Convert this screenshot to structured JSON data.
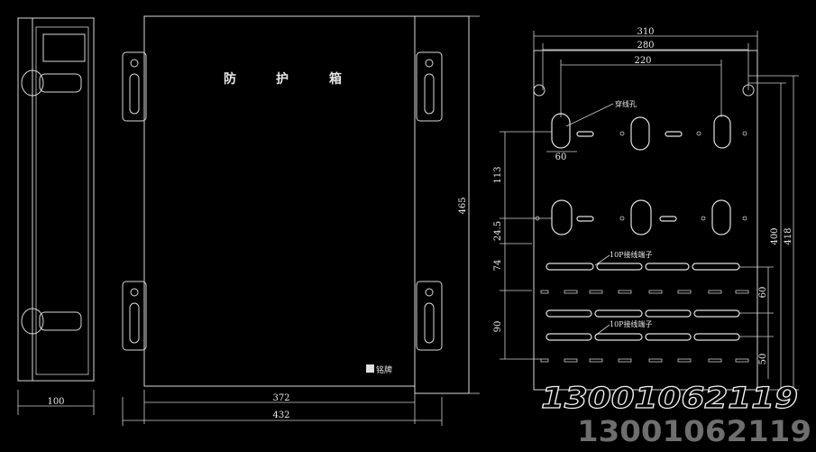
{
  "front_view": {
    "title_chars": [
      "防",
      "护",
      "箱"
    ],
    "name_label": "铭牌",
    "dims": {
      "inner_width": "372",
      "outer_width": "432",
      "height": "465"
    }
  },
  "side_view": {
    "depth": "100"
  },
  "back_view": {
    "top_dims": [
      "310",
      "280",
      "220"
    ],
    "hole_width": "60",
    "left_dims": [
      "113",
      "24.5",
      "74",
      "90"
    ],
    "right_dims_outer": [
      "400",
      "418"
    ],
    "right_dims_inner": [
      "60",
      "50"
    ],
    "callouts": {
      "lead_hole": "穿线孔",
      "terminal_a": "10P接线端子",
      "terminal_b": "10P接线端子"
    }
  },
  "watermark": {
    "number": "13001062119"
  }
}
